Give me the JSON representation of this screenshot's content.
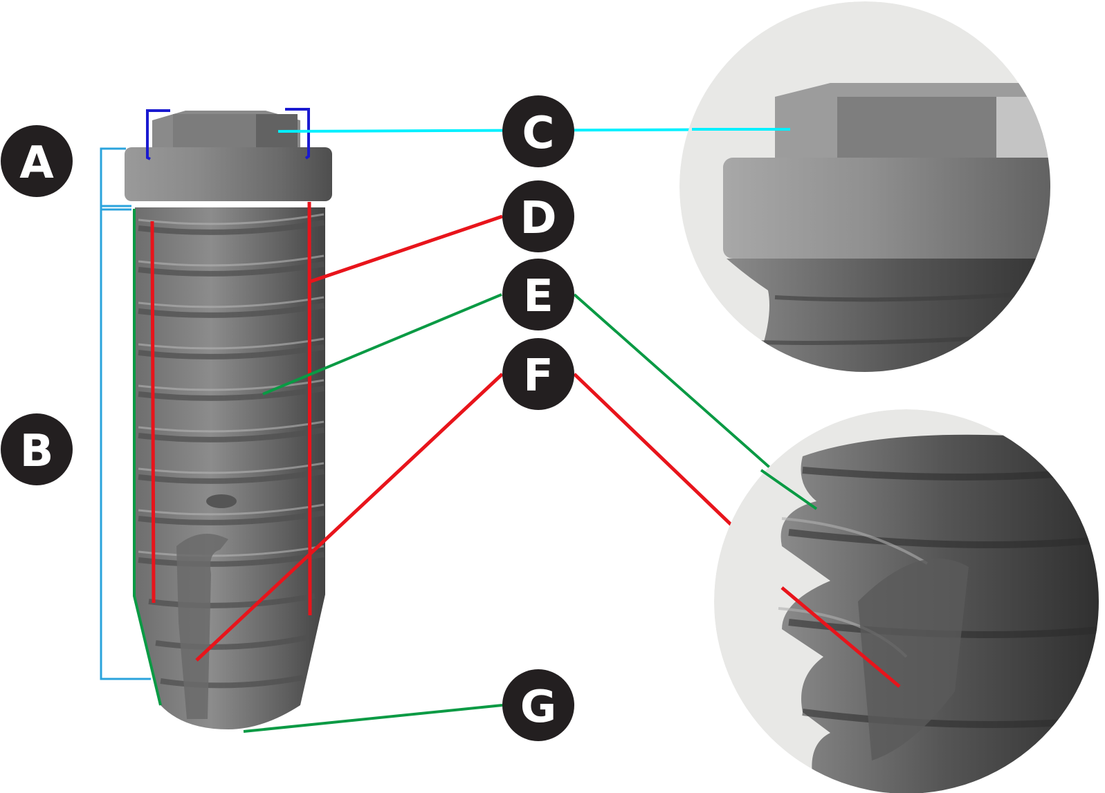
{
  "labels": {
    "a": "A",
    "b": "B",
    "c": "C",
    "d": "D",
    "e": "E",
    "f": "F",
    "g": "G"
  },
  "colors": {
    "badge": "#231f20",
    "bracket_blue": "#2aa3dc",
    "hex_blue": "#1a1ad0",
    "cyan": "#00f0ff",
    "red": "#e8141b",
    "green": "#0a9a44",
    "metal_dark": "#4a4a4a",
    "metal_mid": "#7a7a7a",
    "metal_light": "#b8b8b8",
    "zoom_bg": "#e8e8e6"
  }
}
